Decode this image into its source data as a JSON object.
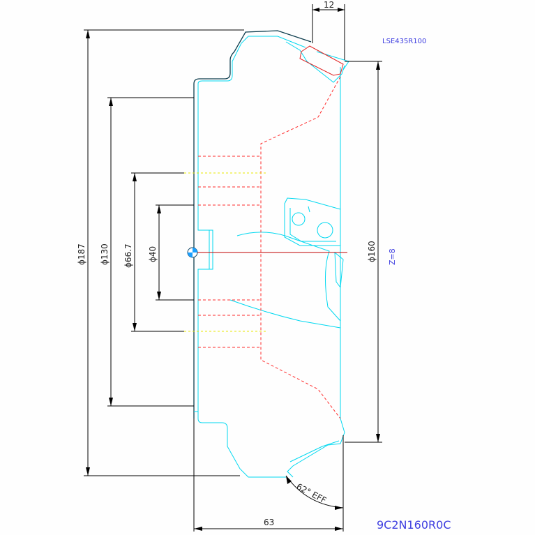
{
  "insert_code": "LSE435R100",
  "tool_code": "9C2N160R0C",
  "teeth": "Z=8",
  "dimensions": {
    "width_top": "12",
    "width_bottom": "63",
    "d187": "ϕ187",
    "d130": "ϕ130",
    "d66_7": "ϕ66.7",
    "d40": "ϕ40",
    "d160": "ϕ160",
    "angle": "62° EFF"
  },
  "colors": {
    "dimension": "#000000",
    "body_outline": "#0d3d4d",
    "hidden_lines": "#ff2a2a",
    "insert_contour": "#00d8f0",
    "center_line": "#c00000",
    "bolt_circle": "#e8e800",
    "label_blue": "#3e3ee0"
  }
}
